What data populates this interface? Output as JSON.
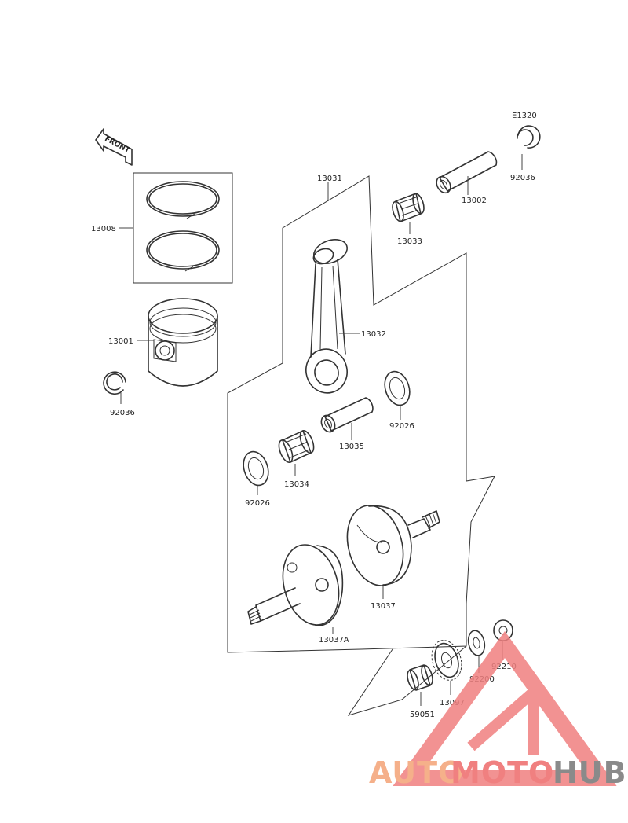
{
  "diagram_code": "E1320",
  "front_label": "FRONT",
  "parts": {
    "p13008": "13008",
    "p13001": "13001",
    "p92036_left": "92036",
    "p92036_top": "92036",
    "p13031": "13031",
    "p13002": "13002",
    "p13033": "13033",
    "p13032": "13032",
    "p92026_right": "92026",
    "p13035": "13035",
    "p13034": "13034",
    "p92026_left": "92026",
    "p13037": "13037",
    "p13037A": "13037A",
    "p92210": "92210",
    "p92200": "92200",
    "p13097": "13097",
    "p59051": "59051"
  },
  "watermark": {
    "part_auto": "AUTO",
    "part_moto": "MOTO",
    "part_hub": "HUB",
    "color_auto": "#f5b08a",
    "color_moto": "#f08080",
    "color_hub": "#8a8a8a",
    "logo_color": "#f08080"
  }
}
